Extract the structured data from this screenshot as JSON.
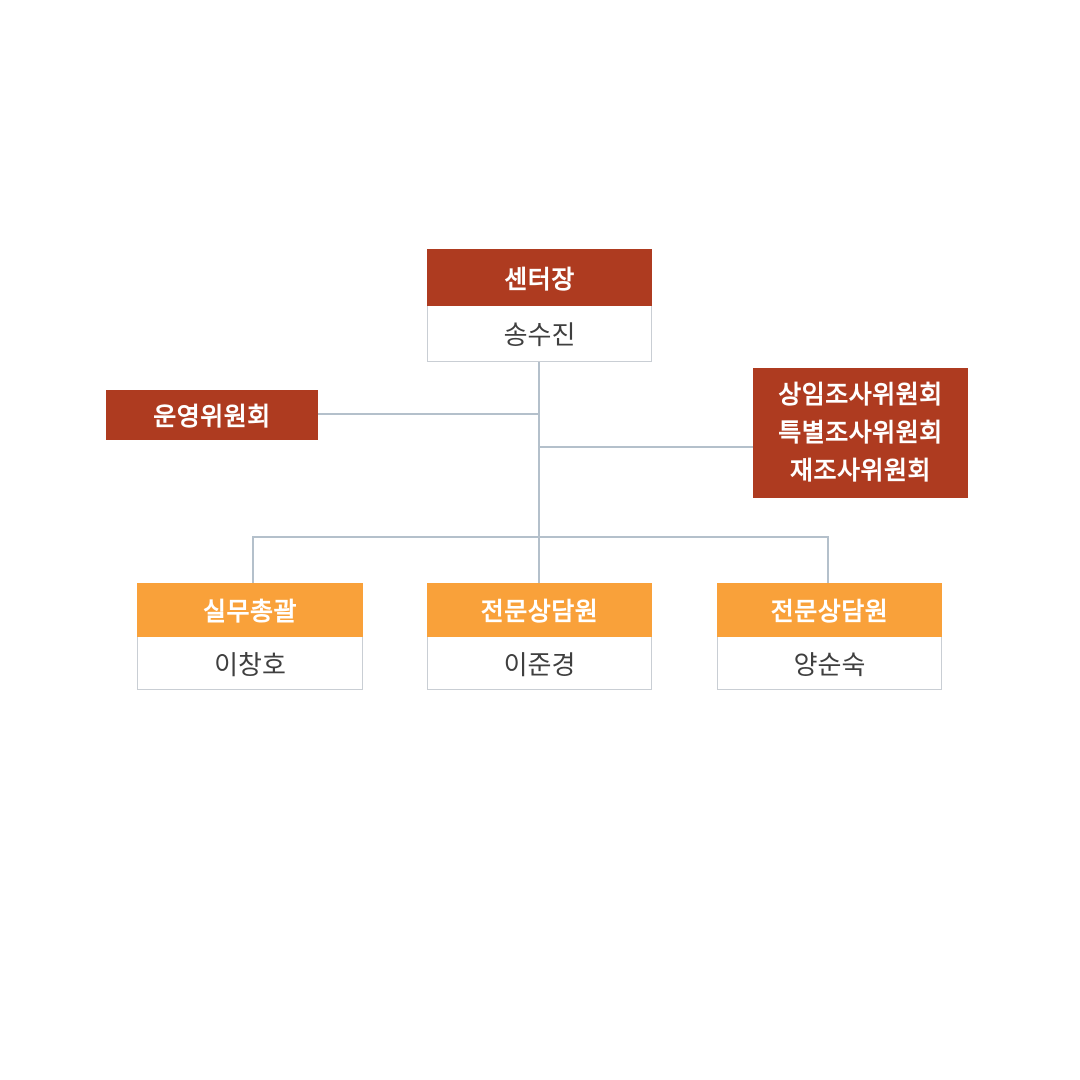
{
  "chart": {
    "type": "org-chart",
    "colors": {
      "node_red": "#ae3b20",
      "node_orange": "#f9a13a",
      "connector_line": "#b4c0cb",
      "name_box_border": "#c9ced4",
      "header_text": "#ffffff",
      "name_text": "#3f3f3f",
      "background": "#ffffff"
    },
    "nodes": {
      "director": {
        "title": "센터장",
        "name": "송수진"
      },
      "steering_committee": {
        "title": "운영위원회"
      },
      "committees": {
        "lines": [
          "상임조사위원회",
          "특별조사위원회",
          "재조사위원회"
        ]
      },
      "staff": [
        {
          "title": "실무총괄",
          "name": "이창호"
        },
        {
          "title": "전문상담원",
          "name": "이준경"
        },
        {
          "title": "전문상담원",
          "name": "양순숙"
        }
      ]
    }
  }
}
